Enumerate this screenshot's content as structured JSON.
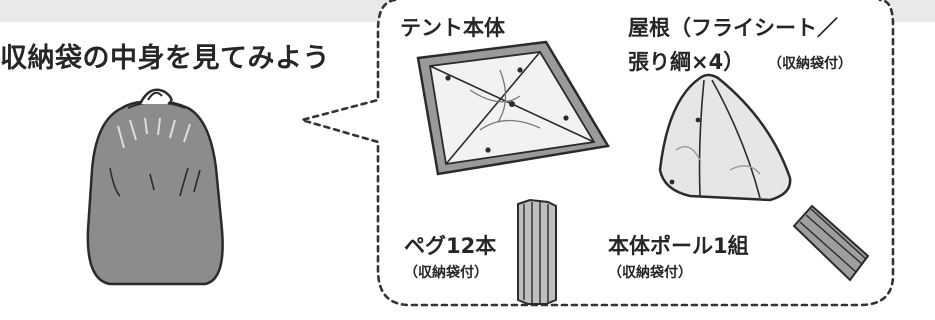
{
  "heading": "収納袋の中身を見てみよう",
  "items": {
    "tent_body": {
      "label": "テント本体"
    },
    "fly": {
      "label_line1": "屋根（フライシート／",
      "label_line2": "張り綱×4）",
      "note": "（収納袋付）"
    },
    "pegs": {
      "label": "ペグ12本",
      "note": "（収納袋付）"
    },
    "poles": {
      "label": "本体ポール1組",
      "note": "（収納袋付）"
    }
  },
  "colors": {
    "band": "#e9e9e9",
    "bag": "#8c8c8c",
    "outline": "#2b2b2b",
    "tent_light": "#f2f2f2",
    "tent_rim": "#9a9a9a",
    "bubble_border": "#333333"
  }
}
